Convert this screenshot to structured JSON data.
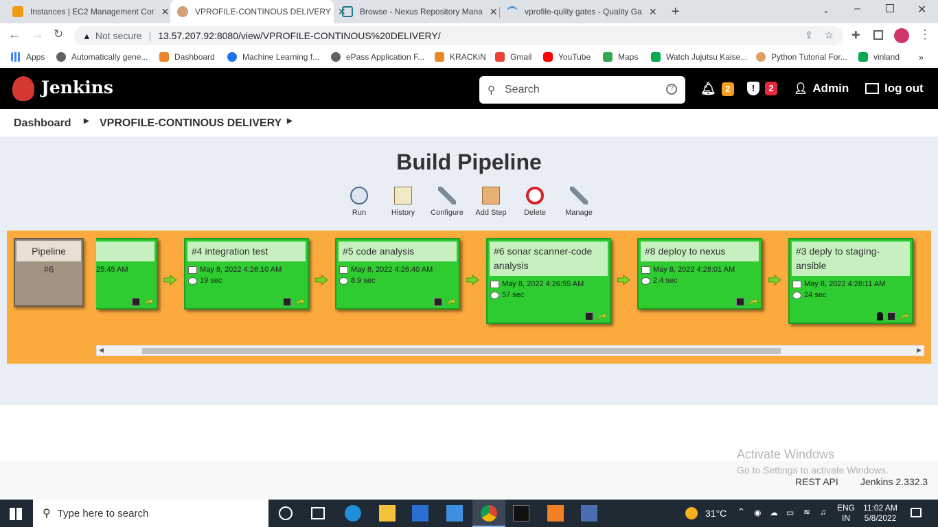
{
  "browser": {
    "tabs": [
      {
        "title": "Instances | EC2 Management Cor",
        "active": false
      },
      {
        "title": "VPROFILE-CONTINOUS DELIVERY",
        "active": true
      },
      {
        "title": "Browse - Nexus Repository Mana",
        "active": false
      },
      {
        "title": "vprofile-qulity gates - Quality Ga",
        "active": false
      }
    ],
    "security_label": "Not secure",
    "url": "13.57.207.92:8080/view/VPROFILE-CONTINOUS%20DELIVERY/",
    "bookmarks": [
      "Apps",
      "Automatically gene...",
      "Dashboard",
      "Machine Learning f...",
      "ePass Application F...",
      "KRACKiN",
      "Gmail",
      "YouTube",
      "Maps",
      "Watch Jujutsu Kaise...",
      "Python Tutorial For...",
      "vinland"
    ]
  },
  "jenkins": {
    "brand": "Jenkins",
    "search_placeholder": "Search",
    "notifications_count": "2",
    "security_count": "2",
    "user": "Admin",
    "logout": "log out"
  },
  "breadcrumb": {
    "items": [
      "Dashboard",
      "VPROFILE-CONTINOUS DELIVERY"
    ]
  },
  "page": {
    "title": "Build Pipeline",
    "toolbar": [
      "Run",
      "History",
      "Configure",
      "Add Step",
      "Delete",
      "Manage"
    ]
  },
  "pipeline": {
    "header_label": "Pipeline",
    "header_number": "#6",
    "cards": [
      {
        "title": "",
        "date": "25:45 AM",
        "duration": ""
      },
      {
        "title": "#4 integration test",
        "date": "May 8, 2022 4:26:10 AM",
        "duration": "19 sec"
      },
      {
        "title": "#5 code analysis",
        "date": "May 8, 2022 4:26:40 AM",
        "duration": "8.9 sec"
      },
      {
        "title": "#6 sonar scanner-code analysis",
        "date": "May 8, 2022 4:26:55 AM",
        "duration": "57 sec"
      },
      {
        "title": "#8 deploy to nexus",
        "date": "May 8, 2022 4:28:01 AM",
        "duration": "2.4 sec"
      },
      {
        "title": "#3 deply to staging-ansible",
        "date": "May 8, 2022 4:28:11 AM",
        "duration": "24 sec"
      }
    ],
    "scroll_position": 0.22
  },
  "footer": {
    "rest_api": "REST API",
    "version": "Jenkins 2.332.3",
    "watermark_title": "Activate Windows",
    "watermark_sub": "Go to Settings to activate Windows."
  },
  "taskbar": {
    "search_placeholder": "Type here to search",
    "temperature": "31°C",
    "lang_line1": "ENG",
    "lang_line2": "IN",
    "time": "11:02 AM",
    "date": "5/8/2022"
  }
}
